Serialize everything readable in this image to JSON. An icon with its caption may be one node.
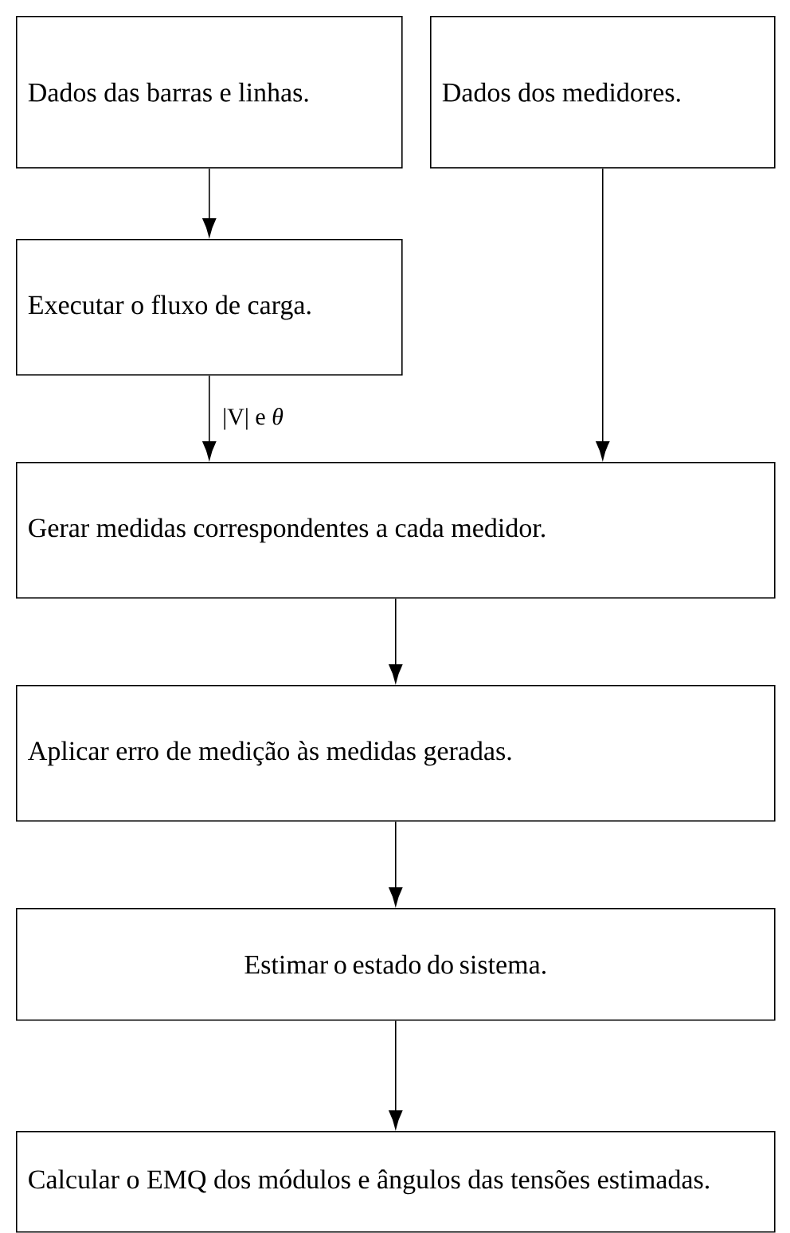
{
  "diagram": {
    "nodes": [
      {
        "text": [
          "Dados das barras e linhas."
        ]
      },
      {
        "text": [
          "Dados dos medidores."
        ]
      },
      {
        "text": [
          "Executar o fluxo de carga."
        ]
      },
      {
        "text": [
          "Gerar medidas correspondentes a cada medidor."
        ]
      },
      {
        "text": [
          "Aplicar erro de medição às medidas geradas."
        ]
      },
      {
        "text": [
          "Estimar o estado do sistema."
        ]
      },
      {
        "text": [
          "Calcular o EMQ dos módulos e ângulos das tensões estimadas."
        ]
      }
    ],
    "edges": [
      {
        "from": 0,
        "to": 2,
        "arrow": "to"
      },
      {
        "from": 2,
        "to": 3,
        "arrow": "to",
        "label": "|V| e *θ*"
      },
      {
        "from": 1,
        "to": 3,
        "arrow": "to"
      },
      {
        "from": 3,
        "to": 4,
        "arrow": "to"
      },
      {
        "from": 4,
        "to": 5,
        "arrow": "to"
      },
      {
        "from": 5,
        "to": 6,
        "arrow": "to"
      }
    ]
  }
}
